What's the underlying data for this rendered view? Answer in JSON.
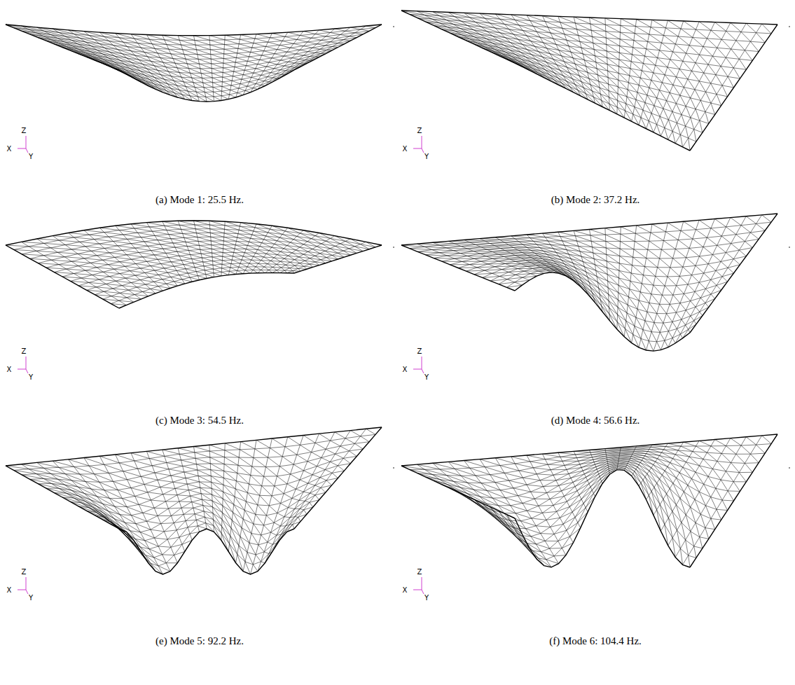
{
  "diagram": {
    "labels": [
      "Z",
      "X",
      "Y",
      "(a) Mode 1: 25.5 Hz.",
      "Z",
      "X",
      "Y",
      "(b) Mode 2: 37.2 Hz.",
      "Z",
      "X",
      "Y",
      "(c) Mode 3: 54.5 Hz.",
      "Z",
      "X",
      "Y",
      "(d) Mode 4: 56.6 Hz.",
      "Z",
      "X",
      "Y",
      "(e) Mode 5: 92.2 Hz.",
      "Z",
      "X",
      "Y",
      "(f) Mode 6: 104.4 Hz."
    ]
  }
}
